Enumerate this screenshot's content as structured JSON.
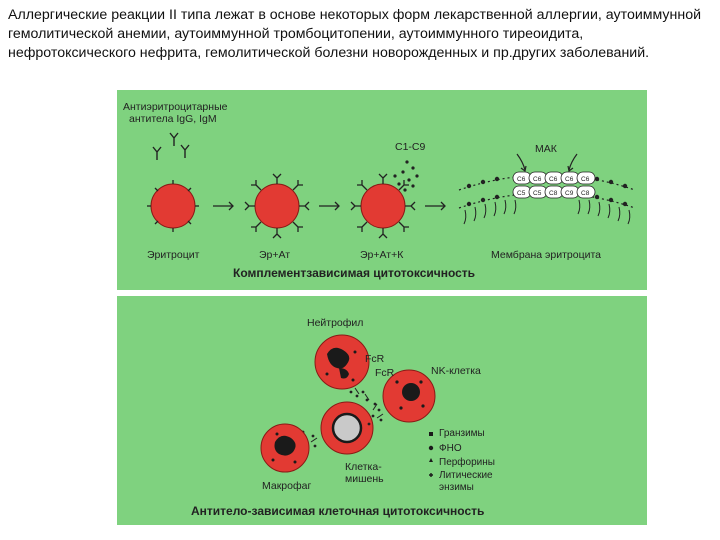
{
  "heading": "Аллергические реакции II типа лежат в основе некоторых форм лекарственной аллергии, аутоиммунной гемолитической анемии, аутоиммунной тромбоцитопении, аутоиммунного тиреоидита, нефротоксического нефрита, гемолитической болезни новорожденных и пр.других заболеваний.",
  "panel_top": {
    "antibody_label_1": "Антиэритроцитарные",
    "antibody_label_2": "антитела IgG, IgM",
    "complement_label": "C1-C9",
    "mac_label": "МАК",
    "mac_cells_top": [
      "C6",
      "C6",
      "C6",
      "C6",
      "C6"
    ],
    "mac_cells_bottom": [
      "C5",
      "C5",
      "C8",
      "C9",
      "C8"
    ],
    "cell_labels": [
      "Эритроцит",
      "Эр+Ат",
      "Эр+Ат+К",
      "Мембрана эритроцита"
    ],
    "title": "Комплементзависимая цитотоксичность",
    "colors": {
      "panel_bg": "#7fd27f",
      "cell_red": "#e23a33",
      "dark": "#1a1a1a"
    }
  },
  "panel_bottom": {
    "neutrophil_label": "Нейтрофил",
    "fcr_label_1": "FcR",
    "fcr_label_2": "FcR",
    "nk_label": "NK-клетка",
    "target_label_1": "Клетка-",
    "target_label_2": "мишень",
    "macrophage_label": "Макрофаг",
    "legend": [
      "Гранзимы",
      "ФНО",
      "Перфорины",
      "Литические",
      "энзимы"
    ],
    "title": "Антитело-зависимая клеточная цитотоксичность"
  }
}
